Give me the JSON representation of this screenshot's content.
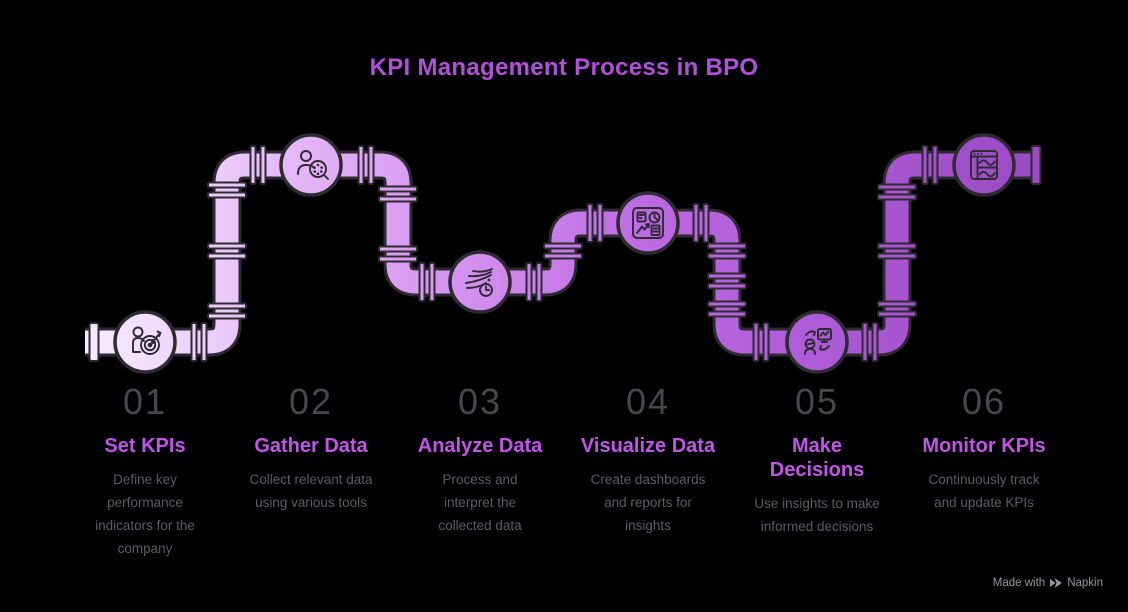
{
  "title": {
    "text": "KPI Management Process in BPO"
  },
  "steps": [
    {
      "number": "01",
      "title": "Set KPIs",
      "description": "Define key\nperformance\nindicators for the\ncompany",
      "icon": "person-target-icon"
    },
    {
      "number": "02",
      "title": "Gather Data",
      "description": "Collect relevant data\nusing various tools",
      "icon": "person-search-icon"
    },
    {
      "number": "03",
      "title": "Analyze Data",
      "description": "Process and\ninterpret the\ncollected data",
      "icon": "flow-analysis-clock-icon"
    },
    {
      "number": "04",
      "title": "Visualize Data",
      "description": "Create dashboards\nand reports for\ninsights",
      "icon": "dashboard-charts-icon"
    },
    {
      "number": "05",
      "title": "Make\nDecisions",
      "description": "Use insights to make\ninformed decisions",
      "icon": "person-monitor-sync-icon"
    },
    {
      "number": "06",
      "title": "Monitor KPIs",
      "description": "Continuously track\nand update KPIs",
      "icon": "browser-waves-icon"
    }
  ],
  "watermark": {
    "made_with": "Made with",
    "brand": "Napkin"
  },
  "colors": {
    "background": "#000000",
    "title": "#b050da",
    "step_title": "#c254ea",
    "step_number": "#47474e",
    "description": "#5b5b63",
    "watermark": "#96969a",
    "pipe_outline": "#2d2b31",
    "pipe_gradient_start": "#f7ebfd",
    "pipe_gradient_end": "#9b4ac4"
  }
}
